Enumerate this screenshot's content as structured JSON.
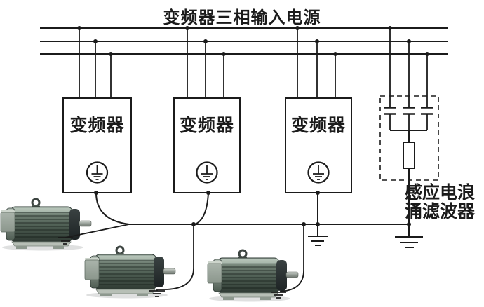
{
  "title": "变频器三相输入电源",
  "inverters": [
    {
      "label": "变频器"
    },
    {
      "label": "变频器"
    },
    {
      "label": "变频器"
    }
  ],
  "surge_filter": {
    "label_line1": "感应电浪",
    "label_line2": "涌滤波器"
  },
  "icons": {
    "protective_earth": "circled-earth-symbol",
    "earth_ground": "earth-symbol-three-bars",
    "capacitor": "parallel-plates",
    "resistor": "open-rectangle",
    "junction": "filled-dot",
    "motor": "three-phase-induction-motor-photo"
  },
  "colors": {
    "wire": "#1b1b1b",
    "background": "#ffffff",
    "motor_body": "#49584e",
    "motor_dark": "#1d2324",
    "motor_light": "#aab4ab"
  }
}
